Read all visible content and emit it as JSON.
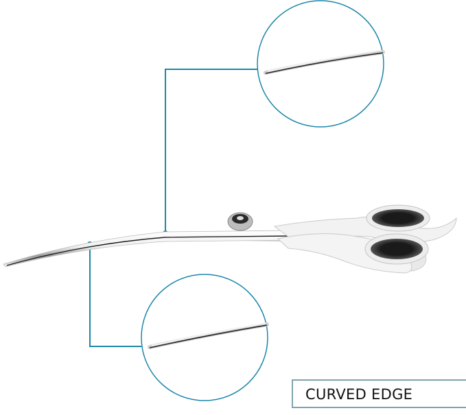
{
  "product": {
    "name": "curved grooming scissors",
    "feature_label": "CURVED EDGE"
  },
  "callouts": [
    {
      "name": "upper-blade-detail",
      "description": "zoomed view of curved blade tip (upper)"
    },
    {
      "name": "lower-blade-detail",
      "description": "zoomed view of curved blade tip (lower)"
    }
  ],
  "colors": {
    "accent": "#1a86a8",
    "label_border": "#7fa3ab",
    "handle_ring": "#2b2b2b",
    "steel": "#e6e6e6"
  }
}
